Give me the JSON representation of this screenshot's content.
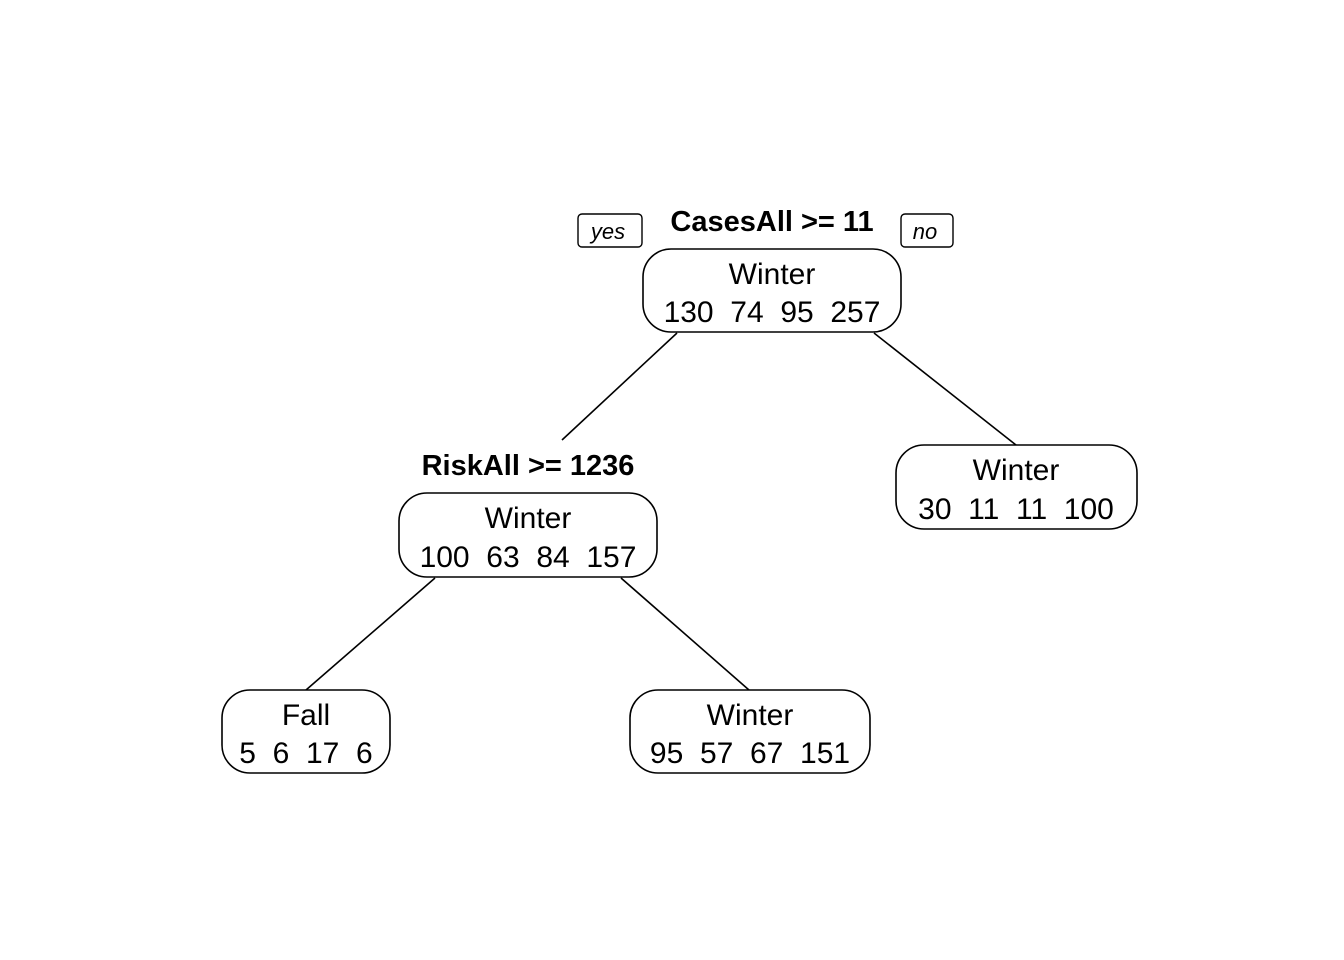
{
  "tree": {
    "type": "decision-tree",
    "branch_labels": {
      "yes": "yes",
      "no": "no"
    },
    "nodes": [
      {
        "id": "root",
        "split": "CasesAll >= 11",
        "class": "Winter",
        "counts": [
          130,
          74,
          95,
          257
        ],
        "counts_text": "130  74  95  257"
      },
      {
        "id": "left",
        "split": "RiskAll >= 1236",
        "class": "Winter",
        "counts": [
          100,
          63,
          84,
          157
        ],
        "counts_text": "100  63  84  157"
      },
      {
        "id": "right_leaf",
        "split": "",
        "class": "Winter",
        "counts": [
          30,
          11,
          11,
          100
        ],
        "counts_text": "30  11  11  100"
      },
      {
        "id": "left_left_leaf",
        "split": "",
        "class": "Fall",
        "counts": [
          5,
          6,
          17,
          6
        ],
        "counts_text": "5  6  17  6"
      },
      {
        "id": "left_right_leaf",
        "split": "",
        "class": "Winter",
        "counts": [
          95,
          57,
          67,
          151
        ],
        "counts_text": "95  57  67  151"
      }
    ],
    "edges": [
      {
        "from": "root",
        "to": "left",
        "branch": "yes"
      },
      {
        "from": "root",
        "to": "right_leaf",
        "branch": "no"
      },
      {
        "from": "left",
        "to": "left_left_leaf",
        "branch": "yes"
      },
      {
        "from": "left",
        "to": "left_right_leaf",
        "branch": "no"
      }
    ]
  }
}
